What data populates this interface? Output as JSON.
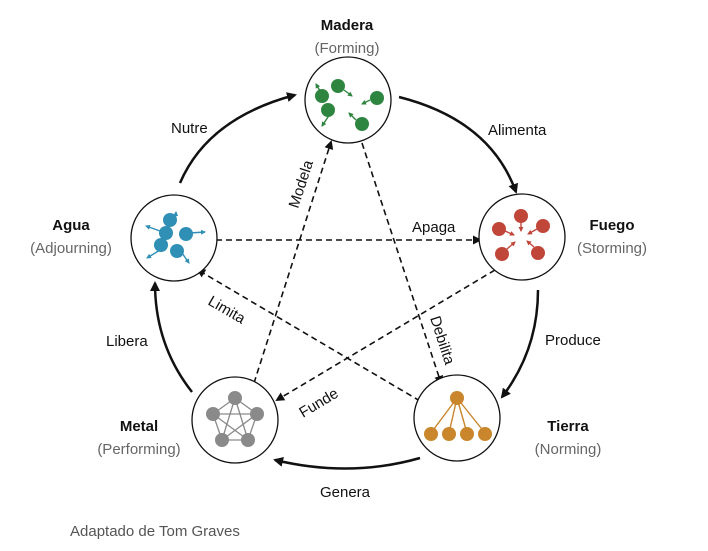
{
  "nodes": {
    "madera": {
      "name": "Madera",
      "stage": "(Forming)",
      "color": "#2e8540",
      "icon": "forming-icon"
    },
    "fuego": {
      "name": "Fuego",
      "stage": "(Storming)",
      "color": "#c0463a",
      "icon": "storming-icon"
    },
    "tierra": {
      "name": "Tierra",
      "stage": "(Norming)",
      "color": "#c9862c",
      "icon": "norming-icon"
    },
    "metal": {
      "name": "Metal",
      "stage": "(Performing)",
      "color": "#8a8a8a",
      "icon": "performing-icon"
    },
    "agua": {
      "name": "Agua",
      "stage": "(Adjourning)",
      "color": "#2f8fb5",
      "icon": "adjourning-icon"
    }
  },
  "cycle_relations": {
    "alimenta": "Alimenta",
    "produce": "Produce",
    "genera": "Genera",
    "libera": "Libera",
    "nutre": "Nutre"
  },
  "control_relations": {
    "apaga": "Apaga",
    "debilita": "Debilita",
    "funde": "Funde",
    "limita": "Limita",
    "modela": "Modela"
  },
  "credit": "Adaptado de Tom Graves"
}
